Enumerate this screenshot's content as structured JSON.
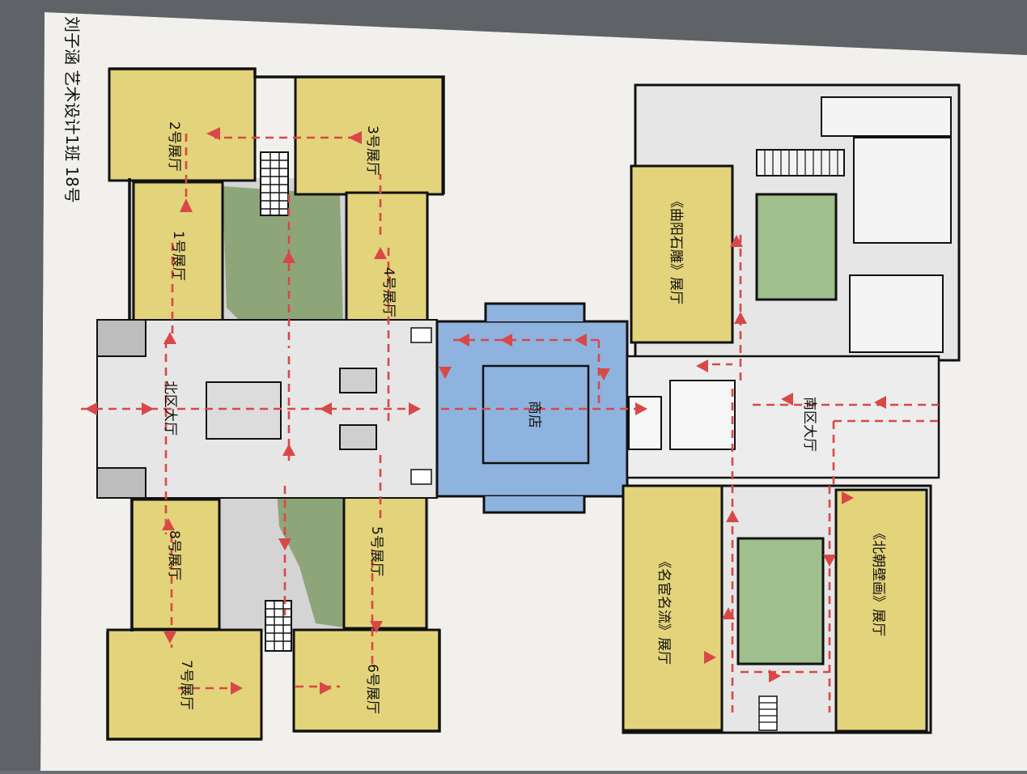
{
  "author_note": "刘子涵 艺术设计1班 18号",
  "rooms": {
    "hall_1": "1号展厅",
    "hall_2": "2号展厅",
    "hall_3": "3号展厅",
    "hall_4": "4号展厅",
    "hall_5": "5号展厅",
    "hall_6": "6号展厅",
    "hall_7": "7号展厅",
    "hall_8": "8号展厅",
    "north_lobby": "北区大厅",
    "south_lobby": "南区大厅",
    "shop": "商店",
    "stone_carving_hall": "《曲阳石雕》展厅",
    "calligraphy_hall": "《名宦名流》展厅",
    "mural_hall": "《北朝壁画》展厅"
  },
  "colors": {
    "gallery": "#e3d37a",
    "shop": "#8fb3df",
    "courtyard": "#9fbf8c",
    "green_area": "#8ea579",
    "paper": "#f3f2ef",
    "gray_fill": "#cfcfcf",
    "route": "#d94848",
    "line": "#111111"
  }
}
